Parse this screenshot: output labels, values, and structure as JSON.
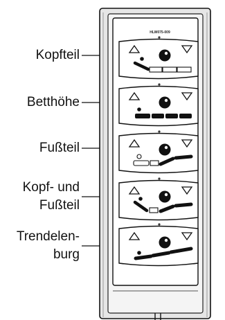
{
  "device": {
    "model_text": "HLW075-009",
    "up_symbol": "triangle-up-icon",
    "down_symbol": "triangle-down-icon",
    "indicator_symbol": "bed-position-icon"
  },
  "functions": [
    {
      "id": "kopfteil",
      "label_lines": [
        "Kopfteil"
      ]
    },
    {
      "id": "betthoehe",
      "label_lines": [
        "Betthöhe"
      ]
    },
    {
      "id": "fussteil",
      "label_lines": [
        "Fußteil"
      ]
    },
    {
      "id": "kopf-und-fussteil",
      "label_lines": [
        "Kopf- und",
        "Fußteil"
      ]
    },
    {
      "id": "trendelenburg",
      "label_lines": [
        "Trendelen-",
        "burg"
      ]
    }
  ]
}
